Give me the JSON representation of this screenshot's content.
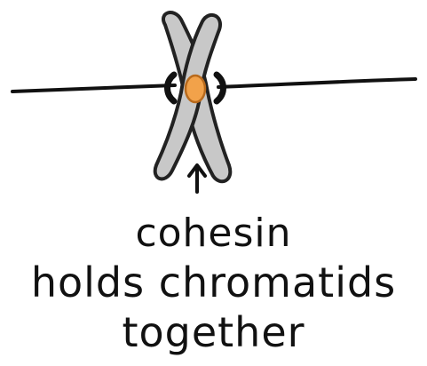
{
  "caption": {
    "line1": "cohesin",
    "line2": "holds chromatids",
    "line3": "together"
  },
  "colors": {
    "chromatid_fill": "#c8c8c8",
    "outline": "#222222",
    "cohesin_fill": "#f2a24a",
    "spindle": "#111111"
  }
}
